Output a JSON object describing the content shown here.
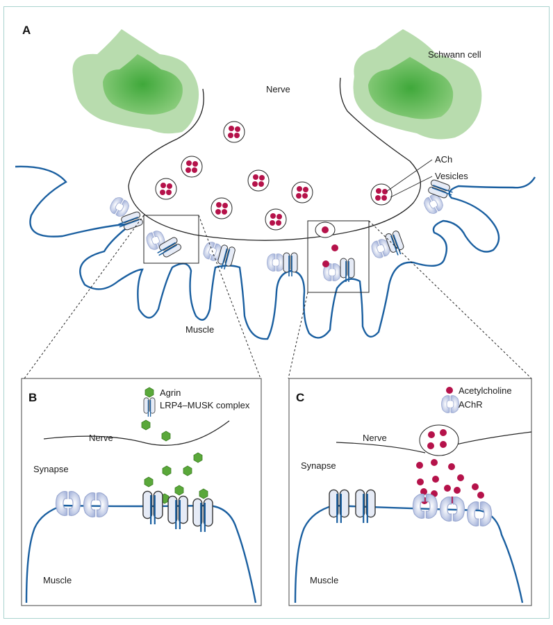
{
  "panels": {
    "a": {
      "letter": "A",
      "labels": {
        "nerve": "Nerve",
        "schwann": "Schwann cell",
        "ach": "ACh",
        "vesicles": "Vesicles",
        "muscle": "Muscle"
      }
    },
    "b": {
      "letter": "B",
      "legend": [
        {
          "icon": "agrin-hexagon-icon",
          "label": "Agrin"
        },
        {
          "icon": "lrp4-musk-complex-icon",
          "label": "LRP4–MUSK complex"
        }
      ],
      "labels": {
        "nerve": "Nerve",
        "synapse": "Synapse",
        "muscle": "Muscle"
      }
    },
    "c": {
      "letter": "C",
      "legend": [
        {
          "icon": "acetylcholine-dot-icon",
          "label": "Acetylcholine"
        },
        {
          "icon": "achr-receptor-icon",
          "label": "AChR"
        }
      ],
      "labels": {
        "nerve": "Nerve",
        "synapse": "Synapse",
        "muscle": "Muscle"
      }
    }
  },
  "colors": {
    "membrane": "#1a5fa0",
    "ach_dot": "#b5124a",
    "agrin": "#5aa83a",
    "schwann_outer": "#b8dcae",
    "schwann_inner": "#5cb850",
    "receptor_fill": "#dde3f1",
    "frame": "#a9d3cf"
  }
}
